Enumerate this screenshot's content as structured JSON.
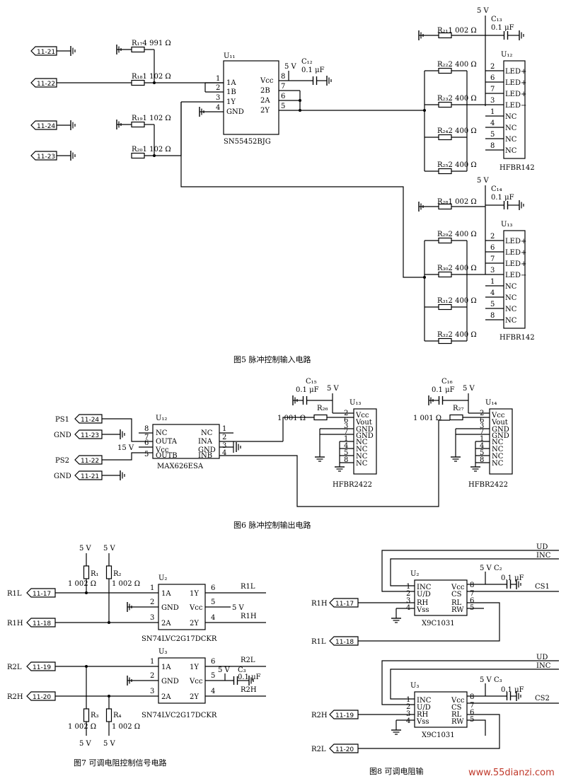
{
  "fig5": {
    "caption": "图5 脉冲控制输入电路",
    "connectors": [
      "11-21",
      "11-22",
      "11-24",
      "11-23"
    ],
    "resistors": {
      "r1": "R₁₇4 991 Ω",
      "r2": "R₁₈1 102 Ω",
      "r3": "R₁₉1 102 Ω",
      "r4": "R₂₀1 102 Ω",
      "r21": "R₂₁1 002 Ω",
      "r22": "R₂₂2 400 Ω",
      "r23": "R₂₃2 400 Ω",
      "r24": "R₂₄2 400 Ω",
      "r25": "R₂₅2 400 Ω",
      "r28": "R₂₈1 002 Ω",
      "r29": "R₂₉2 400 Ω",
      "r30": "R₃₀2 400 Ω",
      "r31": "R₃₁2 400 Ω",
      "r32": "R₃₂2 400 Ω"
    },
    "u11": {
      "ref": "U₁₁",
      "part": "SN55452BJG",
      "left_pins": [
        "1",
        "2",
        "3",
        "4"
      ],
      "left_names": [
        "1A",
        "1B",
        "1Y",
        "GND"
      ],
      "right_pins": [
        "8",
        "7",
        "6",
        "5"
      ],
      "right_names": [
        "Vcc",
        "2B",
        "2A",
        "2Y"
      ]
    },
    "c12": {
      "ref": "C₁₂",
      "value": "0.1 μF",
      "vcc": "5 V"
    },
    "u12": {
      "ref": "U₁₂",
      "part": "HFBR142"
    },
    "u13": {
      "ref": "U₁₃",
      "part": "HFBR142"
    },
    "c13": {
      "ref": "C₁₃",
      "value": "0.1 μF",
      "vcc": "5 V"
    },
    "c14": {
      "ref": "C₁₄",
      "value": "0.1 μF",
      "vcc": "5 V"
    },
    "hfbr142_pins": [
      "2",
      "6",
      "7",
      "3",
      "1",
      "4",
      "5",
      "8"
    ],
    "hfbr142_names": [
      "LED+",
      "LED+",
      "LED+",
      "LED−",
      "NC",
      "NC",
      "NC",
      "NC"
    ]
  },
  "fig6": {
    "caption": "图6 脉冲控制输出电路",
    "signals": [
      "PS1",
      "GND",
      "PS2",
      "GND"
    ],
    "connectors": [
      "11-24",
      "11-23",
      "11-22",
      "11-21"
    ],
    "u12": {
      "ref": "U₁₂",
      "part": "MAX626ESA",
      "left_pins": [
        "8",
        "7",
        "6",
        "5"
      ],
      "left_names": [
        "NC",
        "OUTA",
        "Vcc",
        "OUTB"
      ],
      "right_pins": [
        "1",
        "2",
        "3",
        "4"
      ],
      "right_names": [
        "NC",
        "INA",
        "GND",
        "INB"
      ],
      "supply": "15 V"
    },
    "c15": {
      "ref": "C₁₅",
      "value": "0.1 μF",
      "vcc": "5 V"
    },
    "c16": {
      "ref": "C₁₆",
      "value": "0.1 μF",
      "vcc": "5 V"
    },
    "r26": {
      "ref": "R₂₆",
      "value": "1 001 Ω"
    },
    "r27": {
      "ref": "R₂₇",
      "value": "1 001 Ω"
    },
    "u13": {
      "ref": "U₁₃",
      "part": "HFBR2422"
    },
    "u14": {
      "ref": "U₁₄",
      "part": "HFBR2422"
    },
    "hfbr2422_pins": [
      "2",
      "6",
      "3",
      "7",
      "1",
      "4",
      "5",
      "8"
    ],
    "hfbr2422_names": [
      "Vcc",
      "Vout",
      "GND",
      "GND",
      "NC",
      "NC",
      "NC",
      "NC"
    ]
  },
  "fig7": {
    "caption": "图7 可调电阻控制信号电路",
    "supply": "5 V",
    "r1": {
      "ref": "R₁",
      "value": "1 002 Ω"
    },
    "r2": {
      "ref": "R₂",
      "value": "1 002 Ω"
    },
    "r3": {
      "ref": "R₃",
      "value": "1 002 Ω"
    },
    "r4": {
      "ref": "R₄",
      "value": "1 002 Ω"
    },
    "u2": {
      "ref": "U₂",
      "part": "SN74LVC2G17DCKR"
    },
    "u3": {
      "ref": "U₃",
      "part": "SN74LVC2G17DCKR"
    },
    "c3": {
      "ref": "C₃",
      "value": "0.1 μF",
      "vcc": "5 V"
    },
    "left_pins": [
      "1",
      "2",
      "3"
    ],
    "left_names": [
      "1A",
      "GND",
      "2A"
    ],
    "right_pins": [
      "6",
      "5",
      "4"
    ],
    "right_names": [
      "1Y",
      "Vcc",
      "2Y"
    ],
    "inputs": [
      "R1L",
      "R1H",
      "R2L",
      "R2H"
    ],
    "connectors": [
      "11-17",
      "11-18",
      "11-19",
      "11-20"
    ],
    "outputs": [
      "R1L",
      "5 V",
      "R1H",
      "R2L",
      "R2H"
    ]
  },
  "fig8": {
    "caption": "图8 可调电阻输",
    "nets": [
      "UD",
      "INC",
      "CS1",
      "UD",
      "INC",
      "CS2"
    ],
    "inputs": [
      "R1H",
      "R1L",
      "R2H",
      "R2L"
    ],
    "connectors": [
      "11-17",
      "11-18",
      "11-19",
      "11-20"
    ],
    "u2": {
      "ref": "U₂",
      "part": "X9C1031"
    },
    "u3": {
      "ref": "U₃",
      "part": "X9C1031"
    },
    "c2": {
      "ref": "C₂",
      "value": "0.1 μF",
      "vcc": "5 V"
    },
    "c3": {
      "ref": "C₃",
      "value": "0.1 μF",
      "vcc": "5 V"
    },
    "left_pins": [
      "1",
      "2",
      "3",
      "4"
    ],
    "left_names": [
      "INC",
      "U/D",
      "RH",
      "Vss"
    ],
    "right_pins": [
      "8",
      "7",
      "6",
      "5"
    ],
    "right_names": [
      "Vcc",
      "CS",
      "RL",
      "RW"
    ]
  },
  "watermark": "www.55dianzi.com"
}
